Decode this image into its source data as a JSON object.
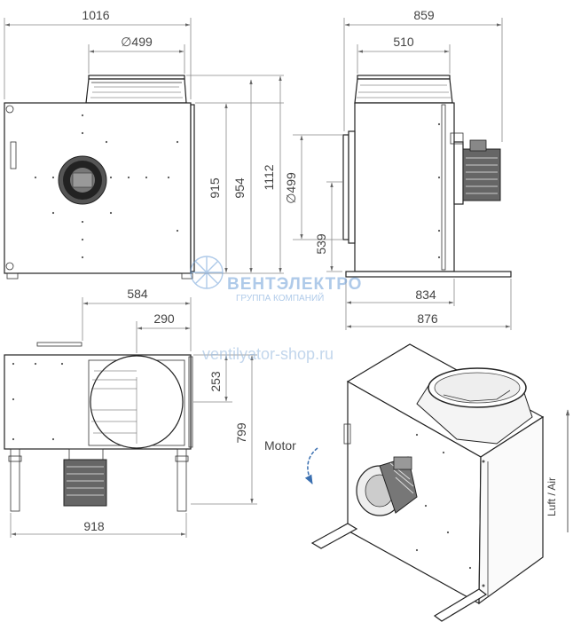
{
  "front_view": {
    "width": "1016",
    "inlet_diameter": "∅499",
    "height_body": "915",
    "height_954": "954",
    "height_total": "1112"
  },
  "side_view": {
    "width": "859",
    "outlet_width": "510",
    "outlet_diameter": "∅499",
    "inlet_height": "539",
    "base_834": "834",
    "base_876": "876"
  },
  "top_view": {
    "dim_584": "584",
    "dim_290": "290",
    "dim_253": "253",
    "dim_799": "799",
    "dim_918": "918"
  },
  "iso_view": {
    "motor_label": "Motor",
    "airflow_label": "Luft / Air"
  },
  "watermark": {
    "brand": "ВЕНТЭЛЕКТРО",
    "subtitle": "ГРУППА КОМПАНИЙ",
    "url": "ventilyator-shop.ru",
    "color": "#6ea0d8"
  }
}
